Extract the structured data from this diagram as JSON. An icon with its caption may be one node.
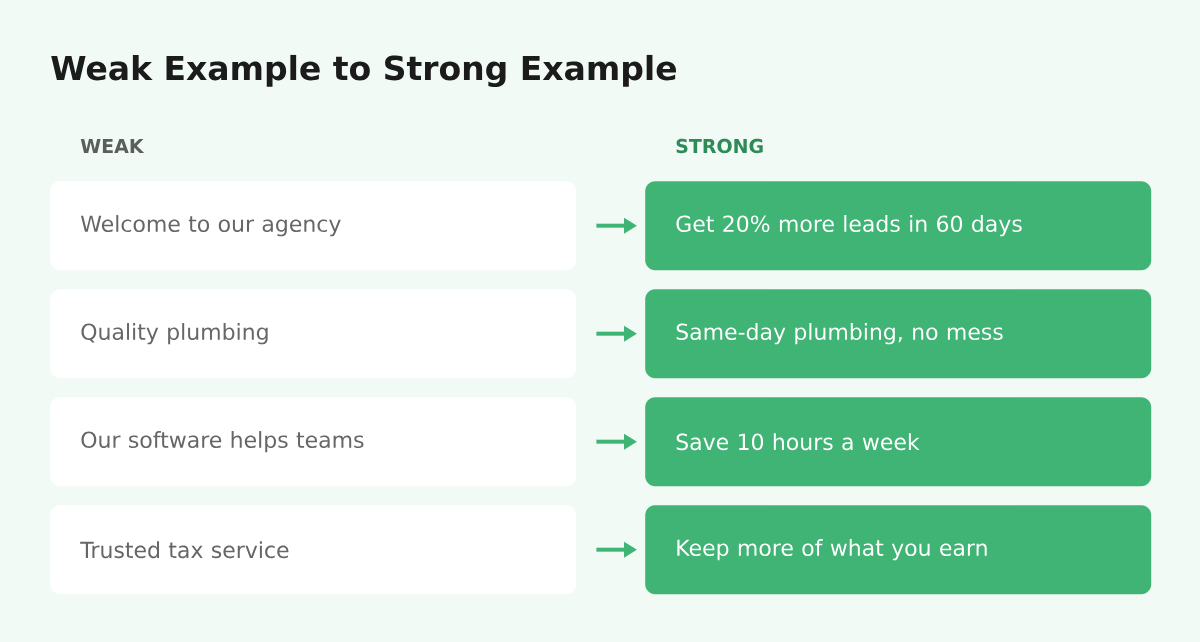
{
  "diagram": {
    "title": "Weak Example to Strong Example",
    "nodes": [
      {
        "text": [
          "Welcome to our agency"
        ]
      },
      {
        "text": [
          "Get 20% more leads in 60 days"
        ]
      },
      {
        "text": [
          "Quality plumbing"
        ]
      },
      {
        "text": [
          "Same-day plumbing, no mess"
        ]
      },
      {
        "text": [
          "Our software helps teams"
        ]
      },
      {
        "text": [
          "Save 10 hours a week"
        ]
      },
      {
        "text": [
          "Trusted tax service"
        ]
      },
      {
        "text": [
          "Keep more of what you earn"
        ]
      }
    ],
    "edges": [
      {
        "from": 0,
        "to": 1,
        "arrow": "to"
      },
      {
        "from": 2,
        "to": 3,
        "arrow": "to"
      },
      {
        "from": 4,
        "to": 5,
        "arrow": "to"
      },
      {
        "from": 6,
        "to": 7,
        "arrow": "to"
      }
    ],
    "labels": [
      "WEAK",
      "STRONG"
    ]
  }
}
